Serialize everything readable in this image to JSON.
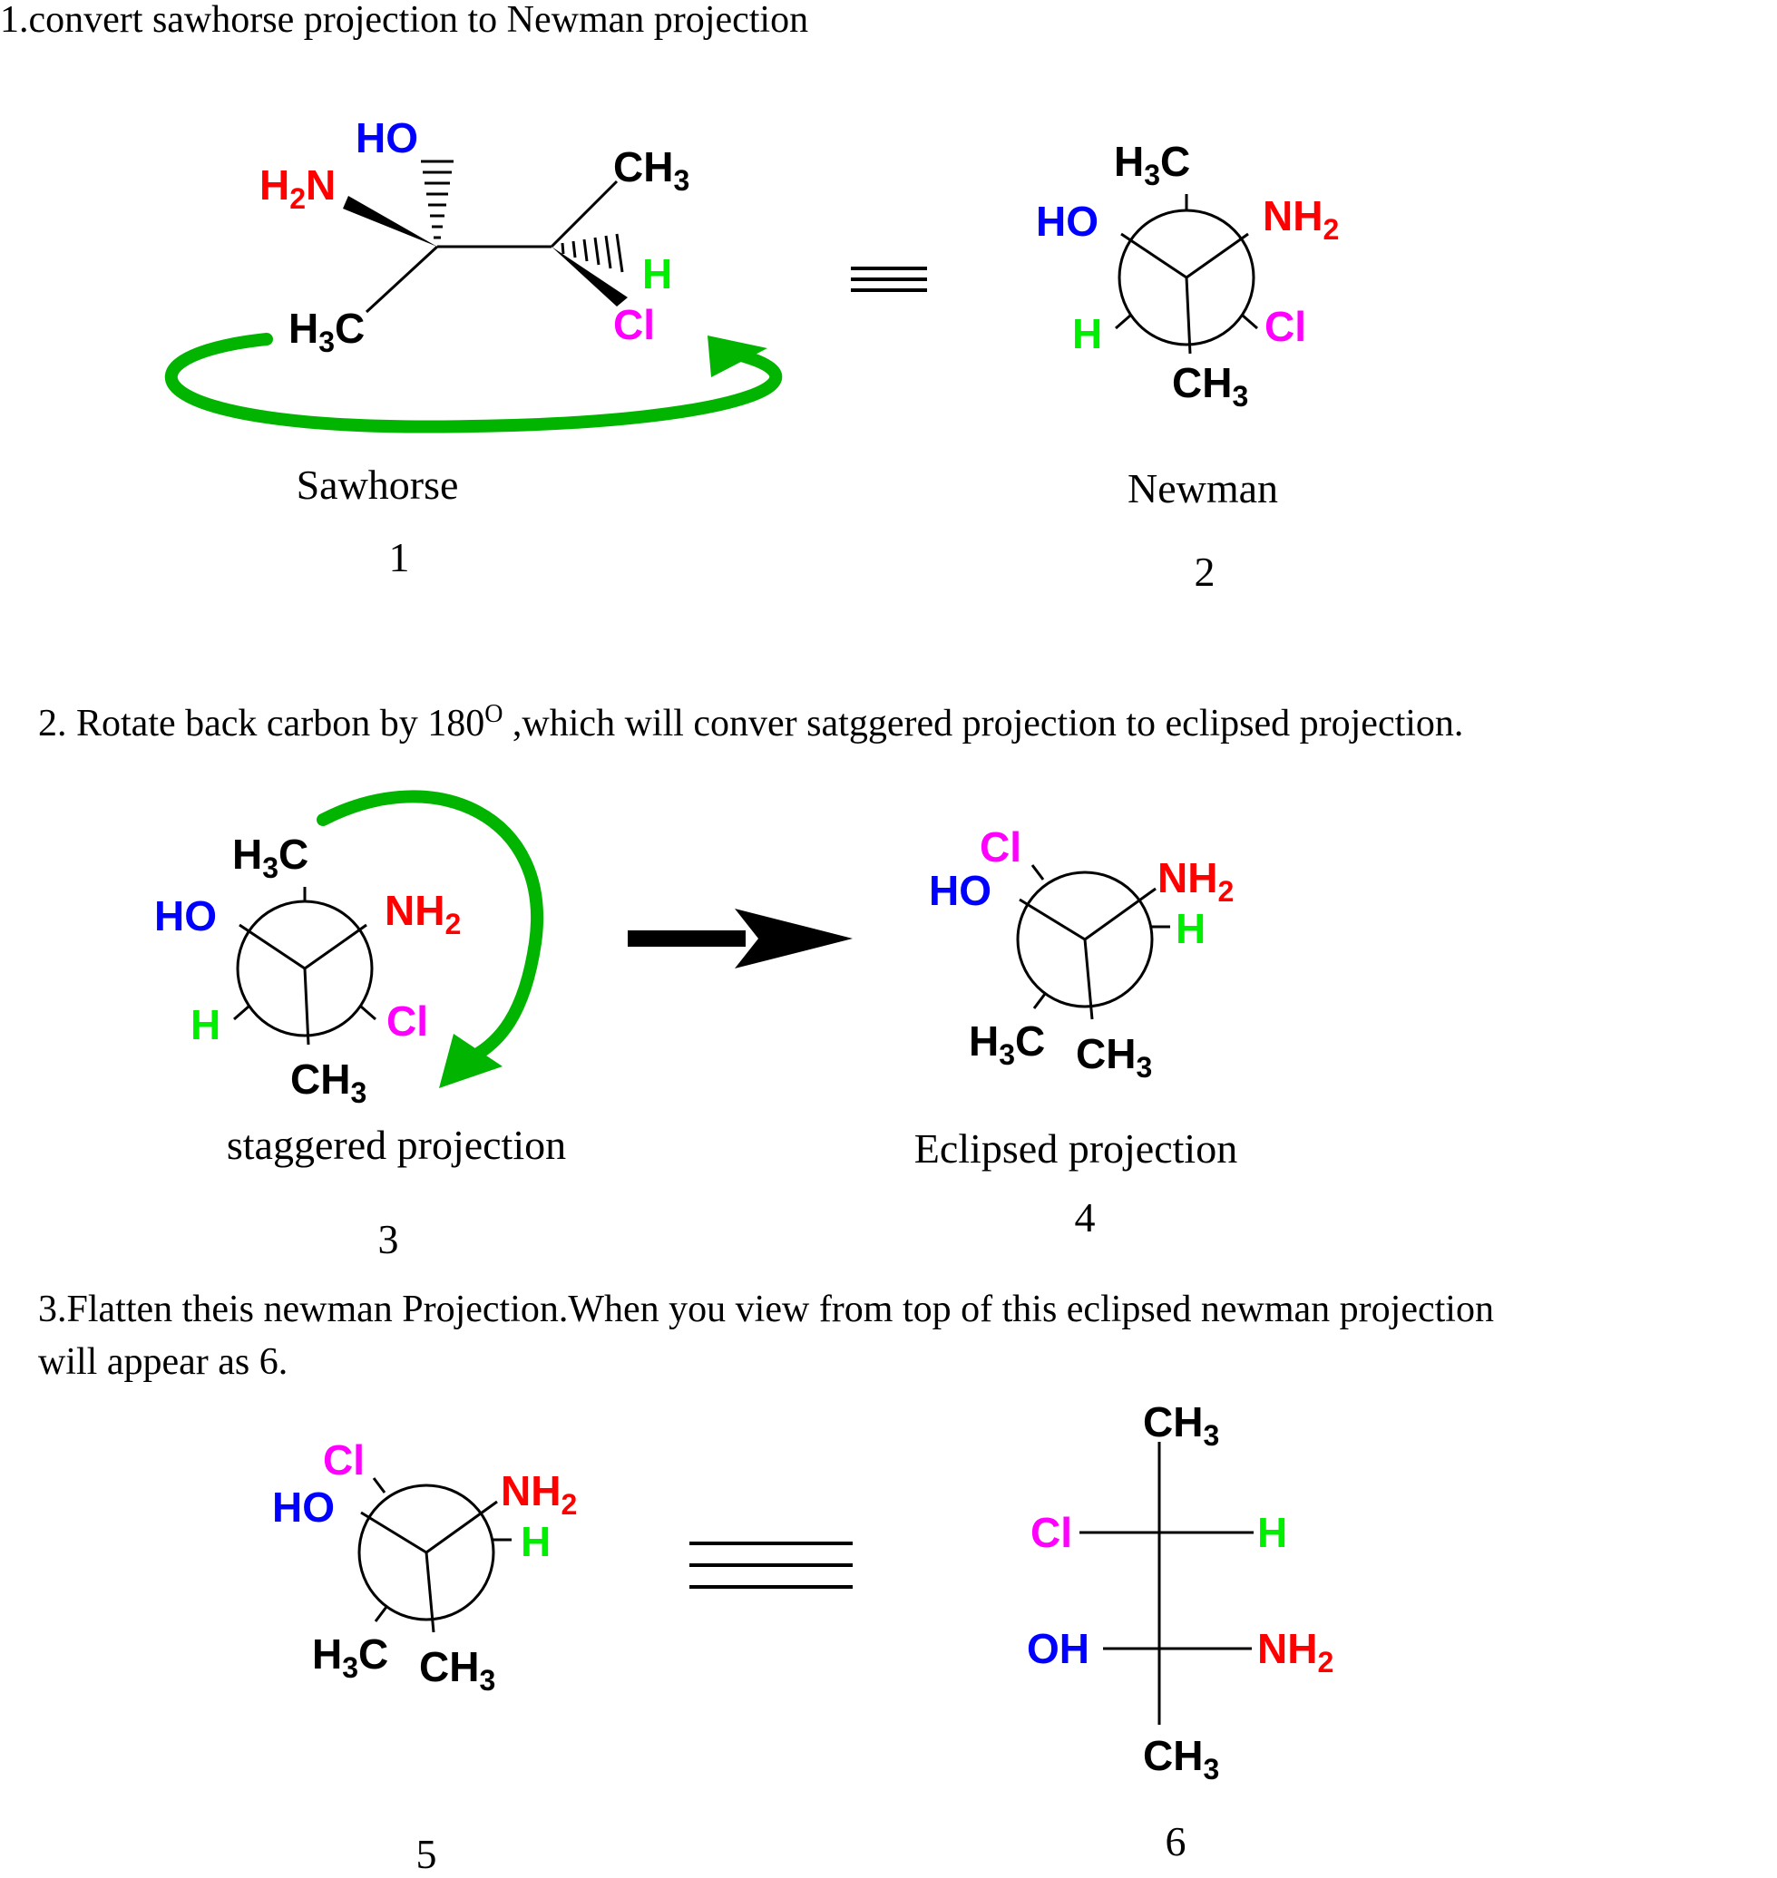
{
  "steps": {
    "step1": "1.convert sawhorse projection to Newman projection",
    "step2_before": "2. Rotate  back carbon by 180",
    "step2_sup": "O",
    "step2_after": " ,which will conver satggered projection to eclipsed projection.",
    "step3_line1": "3.Flatten theis newman Projection.When you view from top of this eclipsed newman projection",
    "step3_line2": "will appear as 6."
  },
  "captions": {
    "sawhorse": "Sawhorse",
    "newman": "Newman",
    "staggered": "staggered projection",
    "eclipsed": "Eclipsed projection"
  },
  "numbers": [
    "1",
    "2",
    "3",
    "4",
    "5",
    "6"
  ],
  "labels": {
    "ho": "HO",
    "oh": "OH",
    "h2": "H",
    "n": "N",
    "nh": "NH",
    "two": "2",
    "h3": "H",
    "three": "3",
    "c": "C",
    "ch": "CH",
    "h": "H",
    "cl": "Cl"
  },
  "colors": {
    "oh": "#0000ff",
    "nh2": "#ff0000",
    "h": "#00ee00",
    "cl": "#ff00ff",
    "carbon": "#000000",
    "arrow_green": "#00b400"
  }
}
